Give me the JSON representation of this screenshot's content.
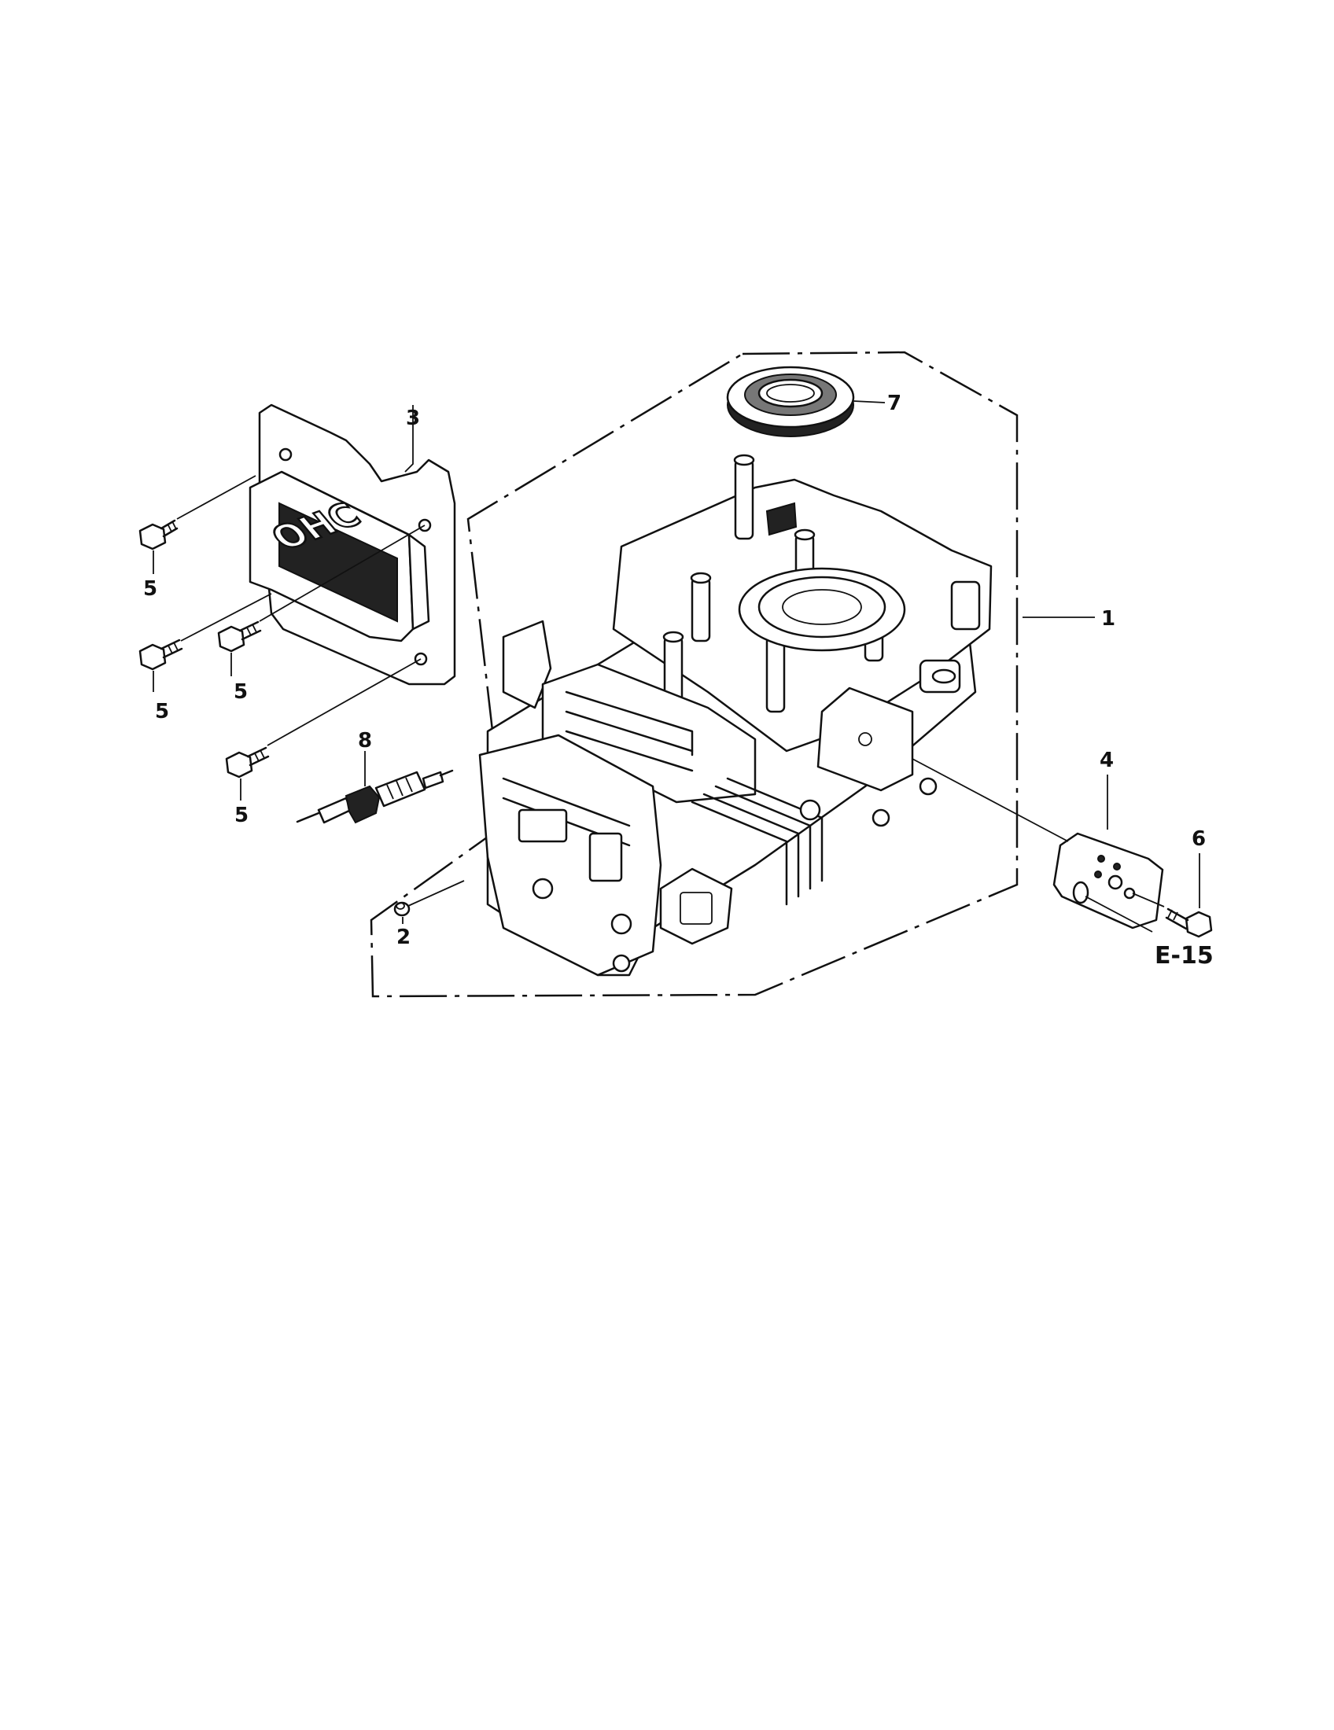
{
  "diagram": {
    "callouts": [
      {
        "id": "1",
        "label": "1"
      },
      {
        "id": "2",
        "label": "2"
      },
      {
        "id": "3",
        "label": "3"
      },
      {
        "id": "4",
        "label": "4"
      },
      {
        "id": "5a",
        "label": "5"
      },
      {
        "id": "5b",
        "label": "5"
      },
      {
        "id": "5c",
        "label": "5"
      },
      {
        "id": "5d",
        "label": "5"
      },
      {
        "id": "6",
        "label": "6"
      },
      {
        "id": "7",
        "label": "7"
      },
      {
        "id": "8",
        "label": "8"
      }
    ],
    "page_reference": "E-15",
    "cover_logo_text": "OHC",
    "parts": [
      {
        "ref": "1",
        "name_icon": "crankcase-cylinder-block-icon"
      },
      {
        "ref": "2",
        "name_icon": "dowel-pin-icon"
      },
      {
        "ref": "3",
        "name_icon": "head-cover-icon"
      },
      {
        "ref": "4",
        "name_icon": "breather-cover-plate-icon"
      },
      {
        "ref": "5",
        "name_icon": "flange-bolt-icon"
      },
      {
        "ref": "6",
        "name_icon": "flange-bolt-icon"
      },
      {
        "ref": "7",
        "name_icon": "oil-seal-icon"
      },
      {
        "ref": "8",
        "name_icon": "spark-plug-icon"
      }
    ]
  }
}
